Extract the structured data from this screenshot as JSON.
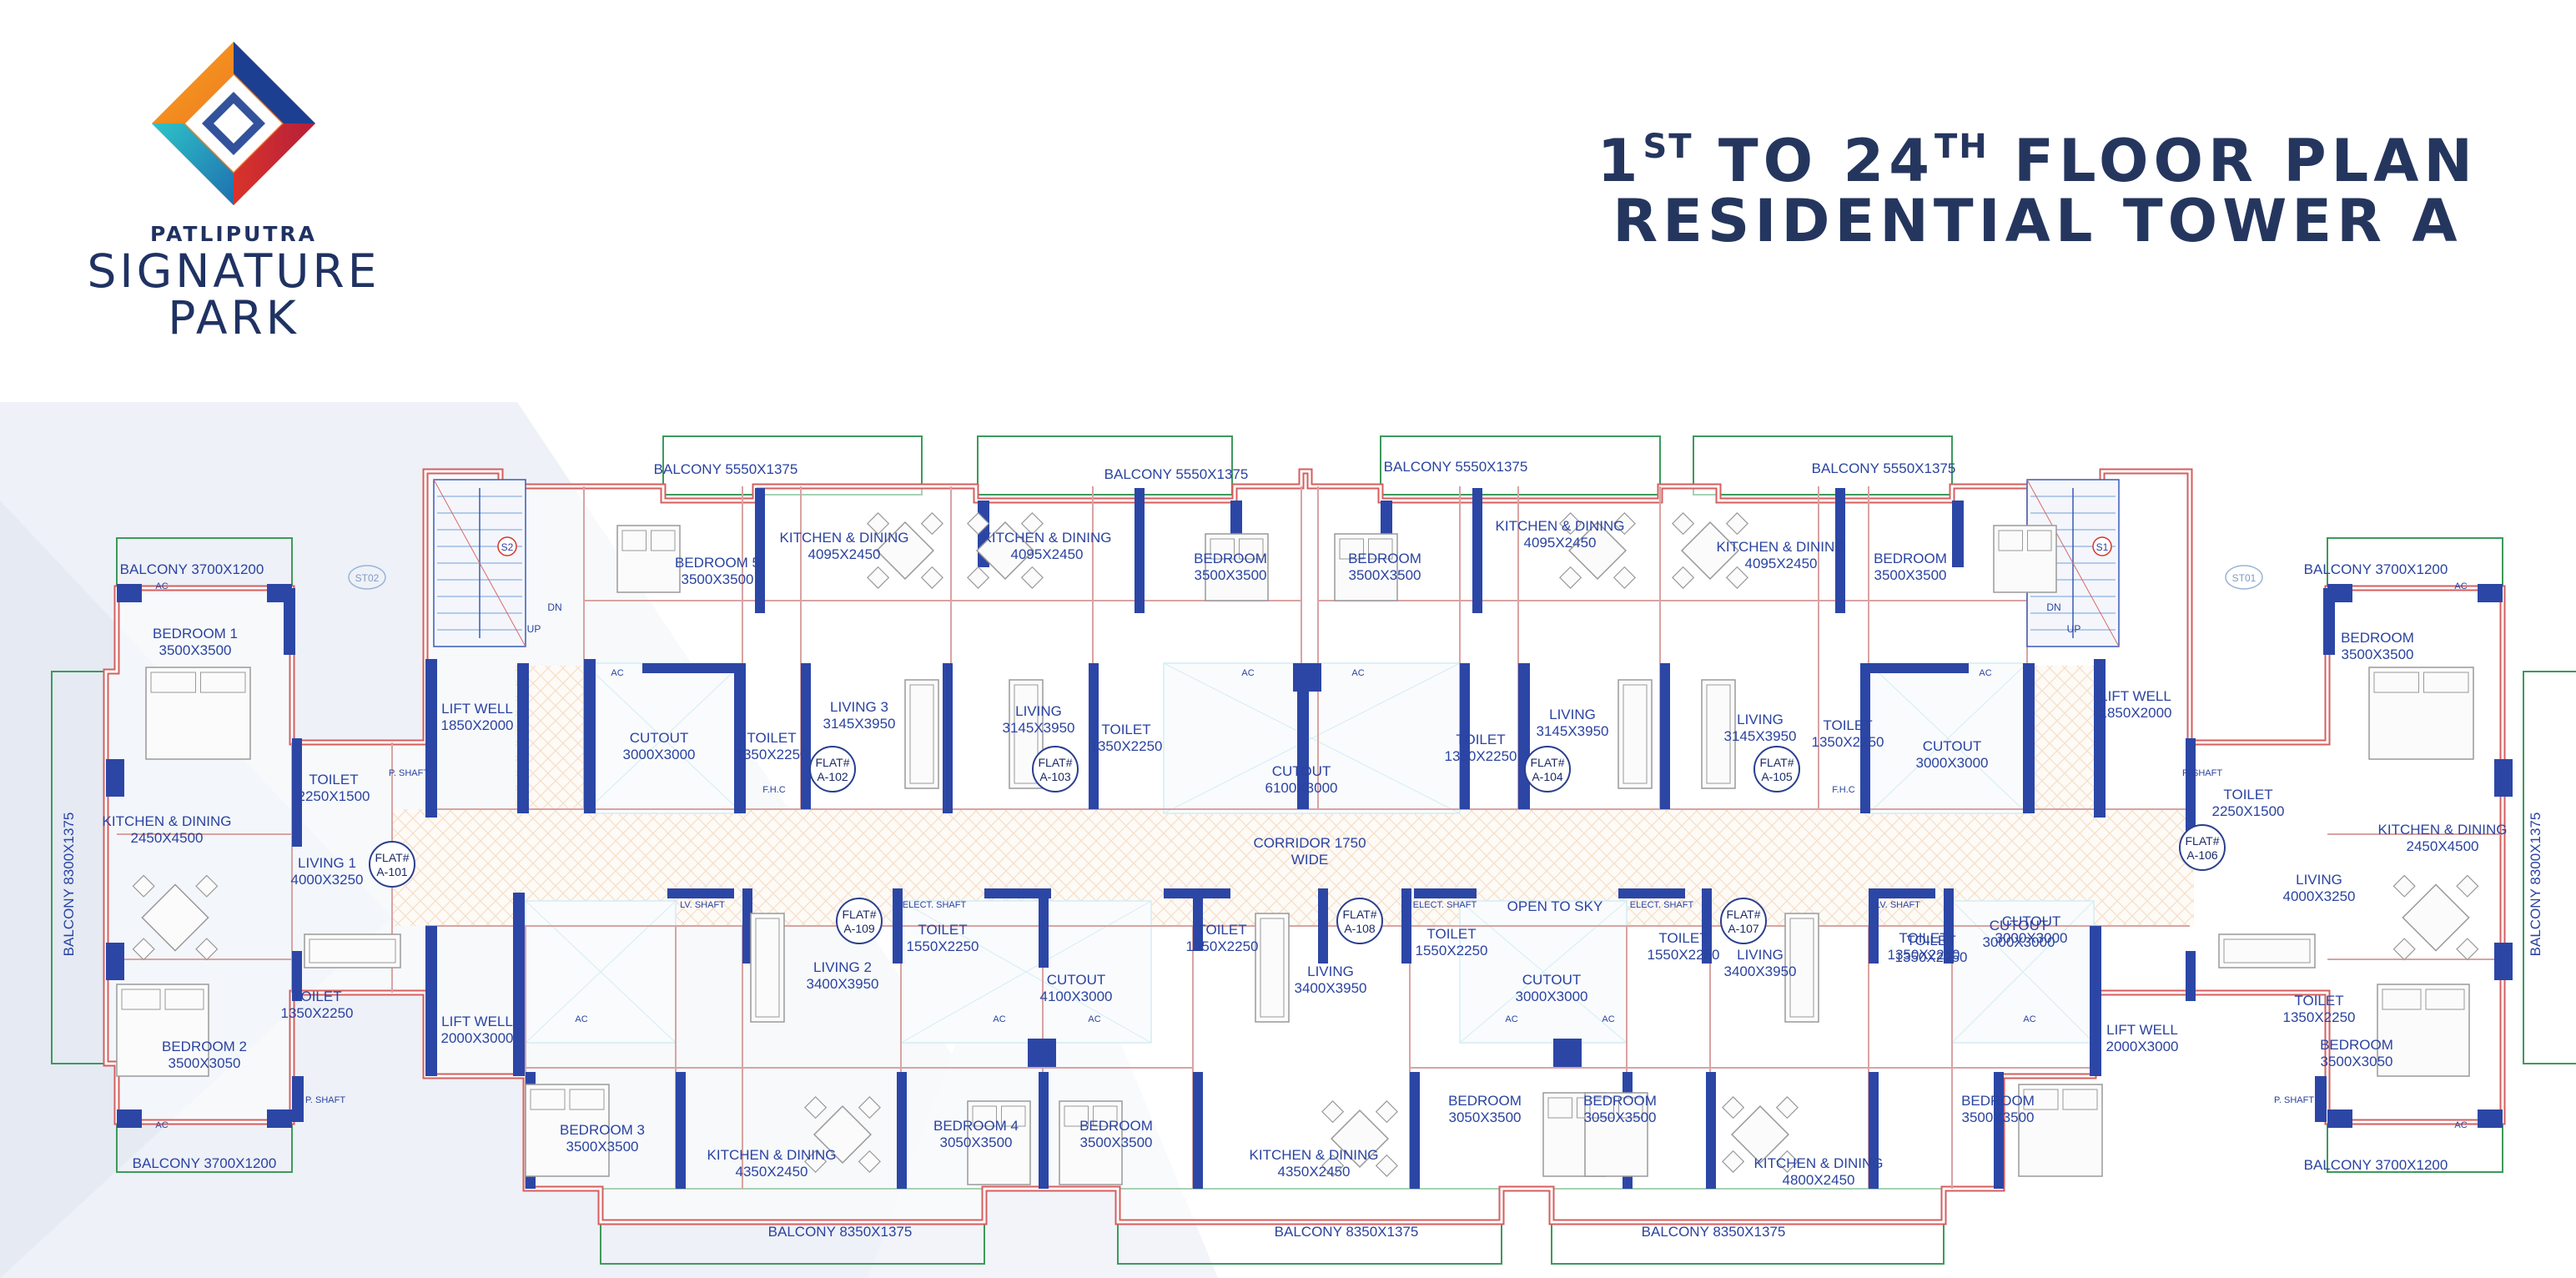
{
  "brand": {
    "top_line": "PATLIPUTRA",
    "line1": "SIGNATURE",
    "line2": "PARK"
  },
  "title": {
    "line1_a": "1",
    "line1_sup1": "ST",
    "line1_b": " TO 24",
    "line1_sup2": "TH",
    "line1_c": " FLOOR PLAN",
    "line2": "RESIDENTIAL TOWER A"
  },
  "colors": {
    "navy": "#25365e",
    "wall_blue": "#2c46a6",
    "wall_red": "#d65e5e",
    "balcony_green": "#3d9a5c",
    "corridor_hatch": "#e8b88a",
    "label_blue": "#2a43a0"
  },
  "plan": {
    "corridor": {
      "l1": "CORRIDOR   1750",
      "l2": "WIDE"
    },
    "open_to_sky": "OPEN TO SKY",
    "stairs": [
      "S1",
      "S2"
    ],
    "stair_tags": [
      "ST01",
      "ST02"
    ],
    "up": "UP",
    "dn": "DN",
    "flats": [
      {
        "name": "FLAT#",
        "id": "A-101"
      },
      {
        "name": "FLAT#",
        "id": "A-102"
      },
      {
        "name": "FLAT#",
        "id": "A-103"
      },
      {
        "name": "FLAT#",
        "id": "A-104"
      },
      {
        "name": "FLAT#",
        "id": "A-105"
      },
      {
        "name": "FLAT#",
        "id": "A-106"
      },
      {
        "name": "FLAT#",
        "id": "A-107"
      },
      {
        "name": "FLAT#",
        "id": "A-108"
      },
      {
        "name": "FLAT#",
        "id": "A-109"
      }
    ],
    "rooms": [
      {
        "l1": "BALCONY 3700X1200"
      },
      {
        "l1": "BEDROOM 1",
        "l2": "3500X3500"
      },
      {
        "l1": "KITCHEN & DINING",
        "l2": "2450X4500"
      },
      {
        "l1": "TOILET",
        "l2": "2250X1500"
      },
      {
        "l1": "LIVING 1",
        "l2": "4000X3250"
      },
      {
        "l1": "TOILET",
        "l2": "1350X2250"
      },
      {
        "l1": "BEDROOM 2",
        "l2": "3500X3050"
      },
      {
        "l1": "BALCONY 3700X1200"
      },
      {
        "l1": "BALCONY 8300X1375"
      },
      {
        "l1": "LIFT WELL",
        "l2": "1850X2000"
      },
      {
        "l1": "LIFT WELL",
        "l2": "2000X3000"
      },
      {
        "l1": "BALCONY 5550X1375"
      },
      {
        "l1": "BEDROOM 5",
        "l2": "3500X3500"
      },
      {
        "l1": "CUTOUT",
        "l2": "3000X3000"
      },
      {
        "l1": "TOILET",
        "l2": "1350X2250"
      },
      {
        "l1": "KITCHEN & DINING",
        "l2": "4095X2450"
      },
      {
        "l1": "LIVING 3",
        "l2": "3145X3950"
      },
      {
        "l1": "BALCONY 5550X1375"
      },
      {
        "l1": "KITCHEN & DINING",
        "l2": "4095X2450"
      },
      {
        "l1": "LIVING",
        "l2": "3145X3950"
      },
      {
        "l1": "TOILET",
        "l2": "1350X2250"
      },
      {
        "l1": "BEDROOM",
        "l2": "3500X3500"
      },
      {
        "l1": "BEDROOM",
        "l2": "3500X3500"
      },
      {
        "l1": "CUTOUT",
        "l2": "6100X3000"
      },
      {
        "l1": "BALCONY 5550X1375"
      },
      {
        "l1": "KITCHEN & DINING",
        "l2": "4095X2450"
      },
      {
        "l1": "TOILET",
        "l2": "1350X2250"
      },
      {
        "l1": "LIVING",
        "l2": "3145X3950"
      },
      {
        "l1": "KITCHEN & DINING",
        "l2": "4095X2450"
      },
      {
        "l1": "LIVING",
        "l2": "3145X3950"
      },
      {
        "l1": "BALCONY 5550X1375"
      },
      {
        "l1": "BEDROOM",
        "l2": "3500X3500"
      },
      {
        "l1": "TOILET",
        "l2": "1350X2250"
      },
      {
        "l1": "CUTOUT",
        "l2": "3000X3000"
      },
      {
        "l1": "LIFT WELL",
        "l2": "1850X2000"
      },
      {
        "l1": "TOILET",
        "l2": "2250X1500"
      },
      {
        "l1": "BALCONY 3700X1200"
      },
      {
        "l1": "BEDROOM",
        "l2": "3500X3500"
      },
      {
        "l1": "KITCHEN & DINING",
        "l2": "2450X4500"
      },
      {
        "l1": "LIVING",
        "l2": "4000X3250"
      },
      {
        "l1": "BALCONY 8300X1375"
      },
      {
        "l1": "TOILET",
        "l2": "1350X2250"
      },
      {
        "l1": "BEDROOM",
        "l2": "3500X3050"
      },
      {
        "l1": "BALCONY 3700X1200"
      },
      {
        "l1": "LIFT WELL",
        "l2": "2000X3000"
      },
      {
        "l1": "CUTOUT",
        "l2": "3000X3000"
      },
      {
        "l1": "TOILET",
        "l2": "1350X2250"
      },
      {
        "l1": "BEDROOM 3",
        "l2": "3500X3500"
      },
      {
        "l1": "KITCHEN & DINING",
        "l2": "4350X2450"
      },
      {
        "l1": "LIVING 2",
        "l2": "3400X3950"
      },
      {
        "l1": "TOILET",
        "l2": "1550X2250"
      },
      {
        "l1": "CUTOUT",
        "l2": "4100X3000"
      },
      {
        "l1": "BEDROOM 4",
        "l2": "3050X3500"
      },
      {
        "l1": "BEDROOM",
        "l2": "3500X3500"
      },
      {
        "l1": "BALCONY 8350X1375"
      },
      {
        "l1": "TOILET",
        "l2": "1350X2250"
      },
      {
        "l1": "LIVING",
        "l2": "3400X3950"
      },
      {
        "l1": "KITCHEN & DINING",
        "l2": "4350X2450"
      },
      {
        "l1": "BALCONY 8350X1375"
      },
      {
        "l1": "TOILET",
        "l2": "1550X2250"
      },
      {
        "l1": "CUTOUT",
        "l2": "3000X3000"
      },
      {
        "l1": "BEDROOM",
        "l2": "3050X3500"
      },
      {
        "l1": "BEDROOM",
        "l2": "3050X3500"
      },
      {
        "l1": "TOILET",
        "l2": "1550X2250"
      },
      {
        "l1": "LIVING",
        "l2": "3400X3950"
      },
      {
        "l1": "KITCHEN & DINING",
        "l2": "4800X2450"
      },
      {
        "l1": "BALCONY 8350X1375"
      },
      {
        "l1": "TOILET",
        "l2": "1350X2250"
      },
      {
        "l1": "CUTOUT",
        "l2": "3000X3000"
      },
      {
        "l1": "BEDROOM",
        "l2": "3500X3500"
      }
    ],
    "small_labels": [
      "AC",
      "P. SHAFT",
      "F.H.C",
      "LV. SHAFT",
      "ELECT. SHAFT"
    ]
  }
}
